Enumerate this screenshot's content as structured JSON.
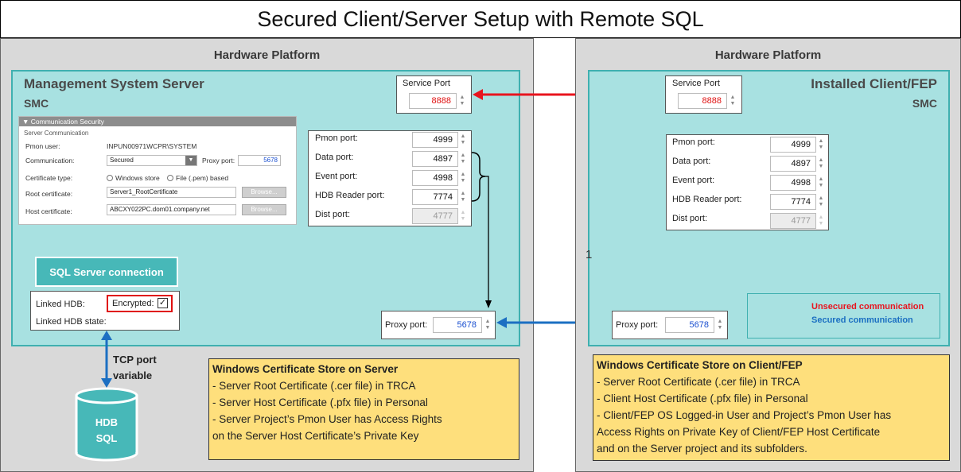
{
  "title": "Secured Client/Server Setup with Remote SQL",
  "left_platform": {
    "title": "Hardware Platform",
    "server_title": "Management System Server",
    "smc": "SMC",
    "service_port": {
      "label": "Service Port",
      "value": "8888"
    },
    "ports": [
      {
        "label": "Pmon port:",
        "value": "4999",
        "disabled": false
      },
      {
        "label": "Data port:",
        "value": "4897",
        "disabled": false
      },
      {
        "label": "Event port:",
        "value": "4998",
        "disabled": false
      },
      {
        "label": "HDB Reader port:",
        "value": "7774",
        "disabled": false
      },
      {
        "label": "Dist port:",
        "value": "4777",
        "disabled": true
      }
    ],
    "proxy_port": {
      "label": "Proxy port:",
      "value": "5678"
    },
    "comm_panel": {
      "header": "Communication Security",
      "section": "Server Communication",
      "pmon_user_label": "Pmon user:",
      "pmon_user_value": "INPUN00971WCPR\\SYSTEM",
      "communication_label": "Communication:",
      "communication_value": "Secured",
      "proxy_port_label": "Proxy port:",
      "proxy_port_value": "5678",
      "cert_type_label": "Certificate type:",
      "cert_option_1": "Windows store",
      "cert_option_2": "File (.pem) based",
      "root_cert_label": "Root certificate:",
      "root_cert_value": "Server1_RootCertificate",
      "host_cert_label": "Host certificate:",
      "host_cert_value": "ABCXY022PC.dom01.company.net",
      "browse_label": "Browse..."
    },
    "sql_button": "SQL Server connection",
    "linked_hdb_label": "Linked HDB:",
    "encrypted_label": "Encrypted:",
    "linked_hdb_state_label": "Linked HDB state:",
    "tcp_port_label_1": "TCP port",
    "tcp_port_label_2": "variable",
    "hdb_label_1": "HDB",
    "hdb_label_2": "SQL",
    "cert_store": {
      "title": "Windows Certificate Store on Server",
      "lines": [
        "- Server  Root Certificate (.cer file) in TRCA",
        "- Server  Host Certificate (.pfx file) in Personal",
        "- Server Project’s Pmon User has Access Rights",
        "  on the Server Host Certificate’s Private Key"
      ]
    }
  },
  "right_platform": {
    "title": "Hardware Platform",
    "client_title": "Installed Client/FEP",
    "smc": "SMC",
    "service_port": {
      "label": "Service Port",
      "value": "8888"
    },
    "ports": [
      {
        "label": "Pmon port:",
        "value": "4999",
        "disabled": false
      },
      {
        "label": "Data port:",
        "value": "4897",
        "disabled": false
      },
      {
        "label": "Event port:",
        "value": "4998",
        "disabled": false
      },
      {
        "label": "HDB Reader port:",
        "value": "7774",
        "disabled": false
      },
      {
        "label": "Dist port:",
        "value": "4777",
        "disabled": true
      }
    ],
    "proxy_port": {
      "label": "Proxy port:",
      "value": "5678"
    },
    "stray_mark": "1",
    "legend": {
      "unsecured": "Unsecured communication",
      "secured": "Secured communication"
    },
    "cert_store": {
      "title": "Windows Certificate Store on Client/FEP",
      "lines": [
        "- Server  Root Certificate (.cer file) in TRCA",
        "- Client Host Certificate (.pfx file) in Personal",
        "- Client/FEP OS Logged-in User and Project’s Pmon User has",
        "  Access Rights on Private Key of Client/FEP Host Certificate",
        "  and on the Server project and its subfolders."
      ]
    }
  },
  "colors": {
    "unsecured": "#e8141e",
    "secured": "#1b6fc2",
    "teal_fill": "#a8e1e1",
    "teal_border": "#3fb0b0",
    "yellow_fill": "#fedf7c",
    "platform_fill": "#d9d9d9"
  }
}
